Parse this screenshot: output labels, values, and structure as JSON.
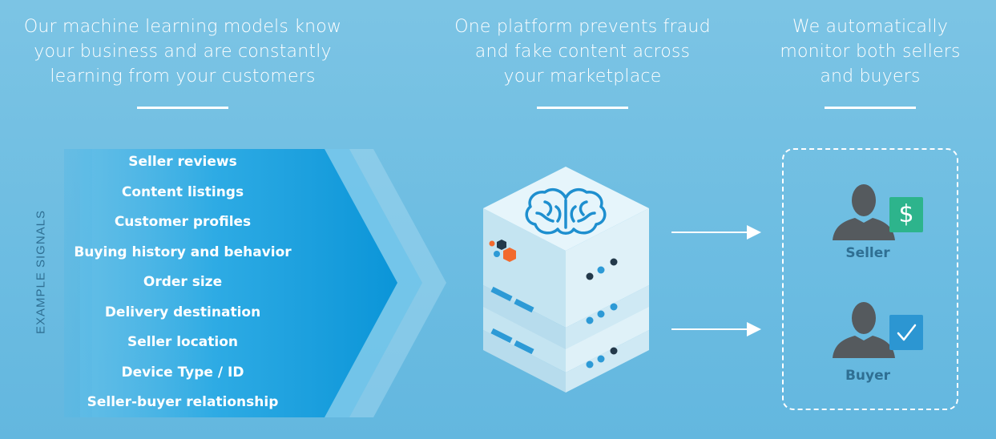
{
  "headers": [
    {
      "lines": [
        "Our machine learning models know",
        "your business and are constantly",
        "learning from your customers"
      ]
    },
    {
      "lines": [
        "One platform prevents fraud",
        "and fake content across",
        "your marketplace"
      ]
    },
    {
      "lines": [
        "We automatically",
        "monitor both sellers",
        "and buyers"
      ]
    }
  ],
  "signals": {
    "label": "EXAMPLE SIGNALS",
    "items": [
      "Seller reviews",
      "Content listings",
      "Customer profiles",
      "Buying history and behavior",
      "Order size",
      "Delivery destination",
      "Seller location",
      "Device Type / ID",
      "Seller-buyer relationship"
    ]
  },
  "platform": {
    "icons": [
      "brain-icon",
      "server-icon",
      "hexagon-logo-icon"
    ]
  },
  "monitored": {
    "seller": {
      "label": "Seller",
      "badge": "$"
    },
    "buyer": {
      "label": "Buyer",
      "badge": "✓"
    }
  },
  "colors": {
    "background": "#6dbde2",
    "chevron": "#1aa3e2",
    "label_blue": "#2f6f93",
    "seller_badge": "#2db48c",
    "buyer_badge": "#2c96d2",
    "server_top": "#e3f4fa",
    "person": "#555a5e",
    "logo_orange": "#f26a2e"
  }
}
